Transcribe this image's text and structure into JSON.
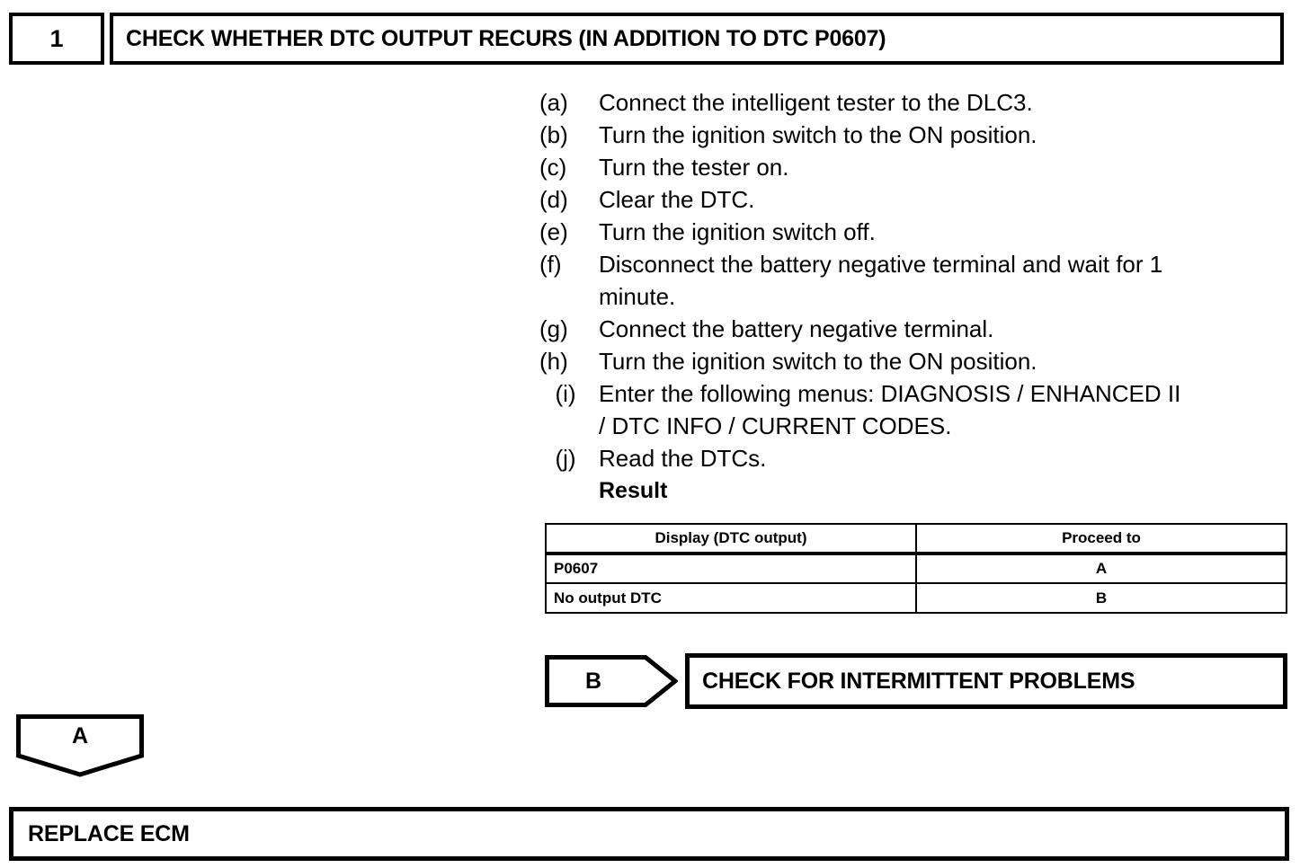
{
  "step_header": {
    "number": "1",
    "title": "CHECK WHETHER DTC OUTPUT RECURS (IN ADDITION TO DTC P0607)"
  },
  "procedure": {
    "steps": [
      {
        "marker": "(a)",
        "text": "Connect the intelligent tester to the DLC3.",
        "cont": ""
      },
      {
        "marker": "(b)",
        "text": "Turn the ignition switch to the ON position.",
        "cont": ""
      },
      {
        "marker": "(c)",
        "text": "Turn the tester on.",
        "cont": ""
      },
      {
        "marker": "(d)",
        "text": "Clear the DTC.",
        "cont": ""
      },
      {
        "marker": "(e)",
        "text": "Turn the ignition switch off.",
        "cont": ""
      },
      {
        "marker": "(f)",
        "text": "Disconnect the battery negative terminal and wait for 1",
        "cont": "minute."
      },
      {
        "marker": "(g)",
        "text": "Connect the battery negative terminal.",
        "cont": ""
      },
      {
        "marker": "(h)",
        "text": "Turn the ignition switch to the ON position.",
        "cont": ""
      },
      {
        "marker": "(i)",
        "text": "Enter the following menus: DIAGNOSIS / ENHANCED II",
        "cont": "/ DTC INFO / CURRENT CODES."
      },
      {
        "marker": "(j)",
        "text": "Read the DTCs.",
        "cont": ""
      }
    ],
    "result_label": "Result"
  },
  "result_table": {
    "headers": [
      "Display (DTC output)",
      "Proceed to"
    ],
    "rows": [
      [
        "P0607",
        "A"
      ],
      [
        "No output DTC",
        "B"
      ]
    ]
  },
  "connector_b": {
    "label": "B"
  },
  "intermittent_box": {
    "label": "CHECK FOR INTERMITTENT PROBLEMS"
  },
  "connector_a": {
    "label": "A"
  },
  "replace_ecm_box": {
    "label": "REPLACE ECM"
  },
  "colors": {
    "ink": "#000000",
    "paper": "#ffffff"
  }
}
